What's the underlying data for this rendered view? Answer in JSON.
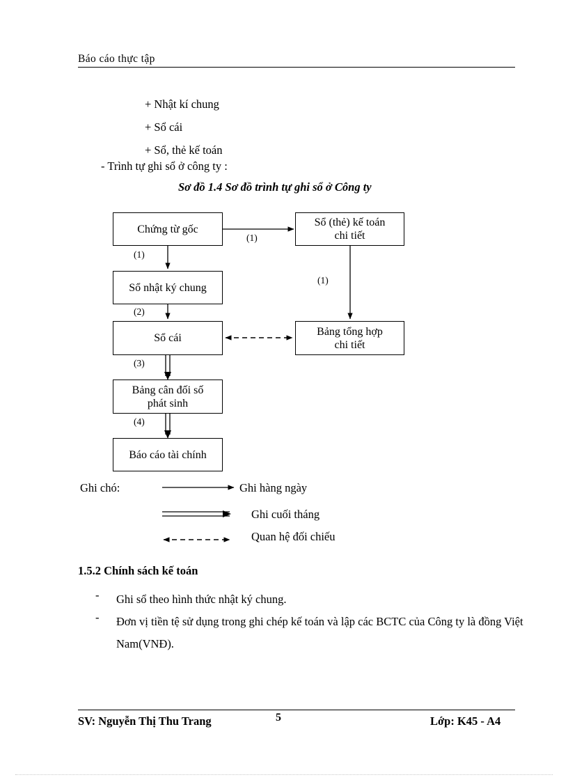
{
  "header": {
    "title": "Báo cáo thực tập"
  },
  "body": {
    "plus_items": [
      "+ Nhật kí chung",
      "+ Sổ cái",
      "+ Sổ, thẻ kế toán"
    ],
    "dash_line": "- Trình tự ghi sổ ở công ty :",
    "figure_caption": "Sơ đồ 1.4  Sơ đồ trình tự ghi sổ ở Công ty"
  },
  "diagram": {
    "nodes": [
      {
        "id": "chung-tu-goc",
        "lines": [
          "Chứng từ gốc"
        ]
      },
      {
        "id": "so-the-ke-toan-chi-tiet",
        "lines": [
          "Sổ (thẻ) kế toán",
          "chi tiết"
        ]
      },
      {
        "id": "so-nhat-ky-chung",
        "lines": [
          "Sổ nhật ký chung"
        ]
      },
      {
        "id": "so-cai",
        "lines": [
          "Sổ cái"
        ]
      },
      {
        "id": "bang-tong-hop-chi-tiet",
        "lines": [
          "Bảng tổng hợp",
          "chi tiết"
        ]
      },
      {
        "id": "bang-can-doi-so-phat-sinh",
        "lines": [
          "Bảng cân đối số",
          "phát sinh"
        ]
      },
      {
        "id": "bao-cao-tai-chinh",
        "lines": [
          "Báo cáo tài chính"
        ]
      }
    ],
    "edge_labels": {
      "goc_to_chi_tiet": "(1)",
      "goc_to_nhat_ky": "(1)",
      "chi_tiet_to_tong_hop": "(1)",
      "nhat_ky_to_so_cai": "(2)",
      "so_cai_to_can_doi": "(3)",
      "can_doi_to_bao_cao": "(4)"
    }
  },
  "legend": {
    "title": "Ghi chó:",
    "entries": [
      {
        "arrow": "single-arrow-icon",
        "label": "Ghi hàng ngày"
      },
      {
        "arrow": "double-arrow-icon",
        "label": "Ghi cuối tháng"
      },
      {
        "arrow": "dashed-bidirectional-arrow-icon",
        "label": "Quan hệ đối chiếu"
      }
    ]
  },
  "section": {
    "heading": "1.5.2 Chính sách kế toán",
    "bullets": [
      {
        "mark": "-",
        "text": "Ghi sổ theo hình thức nhật ký chung."
      },
      {
        "mark": "-",
        "text": "Đơn vị tiền tệ sử dụng trong ghi chép kế toán và lập các BCTC của Công ty là đồng Việt Nam(VNĐ)."
      }
    ]
  },
  "footer": {
    "left": "SV: Nguyễn Thị Thu Trang",
    "page_number": "5",
    "right": "Lớp: K45 - A4"
  },
  "colors": {
    "ink": "#000000",
    "paper": "#ffffff"
  }
}
